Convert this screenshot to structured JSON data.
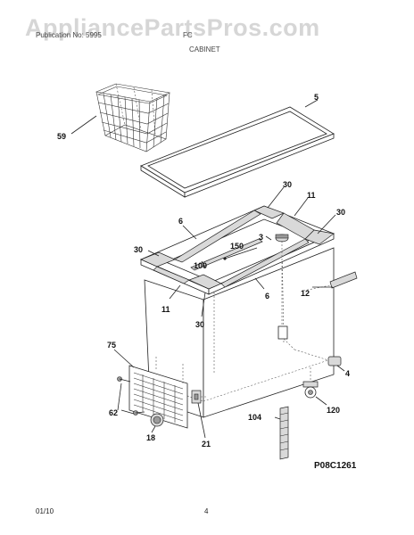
{
  "watermark": "AppliancePartsPros.com",
  "header": {
    "left": "Publication No: 5995",
    "right": "FC",
    "section": "CABINET"
  },
  "callouts": {
    "c5": "5",
    "c59": "59",
    "c30a": "30",
    "c11a": "11",
    "c6a": "6",
    "c30b": "30",
    "c3": "3",
    "c150": "150",
    "c30c": "30",
    "c100": "100",
    "c12": "12",
    "c6b": "6",
    "c11b": "11",
    "c30d": "30",
    "c75": "75",
    "c4": "4",
    "c62": "62",
    "c120": "120",
    "c18": "18",
    "c21": "21",
    "c104": "104"
  },
  "figure_code": "P08C1261",
  "footer": {
    "date": "01/10",
    "page": "4"
  }
}
